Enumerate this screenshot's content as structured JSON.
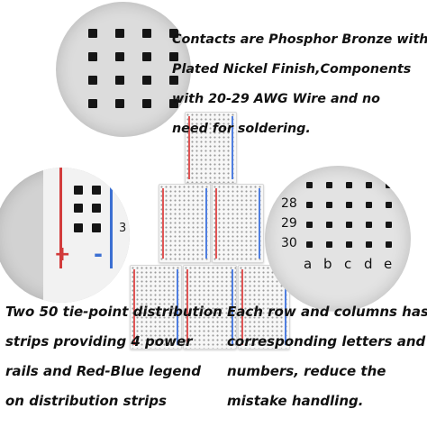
{
  "captions": {
    "top": [
      "Contacts are Phosphor Bronze with",
      "Plated Nickel Finish,Components",
      "with 20-29 AWG Wire and no",
      "need for soldering."
    ],
    "bottom_left": [
      "Two 50 tie-point distribution",
      "strips providing 4 power",
      "rails and Red-Blue legend",
      "on distribution strips"
    ],
    "bottom_right": [
      "Each row and columns has",
      "corresponding letters and",
      "numbers, reduce the",
      "mistake handling."
    ]
  },
  "zoom_left": {
    "plus": "+",
    "minus": "-",
    "number": "3"
  },
  "zoom_right": {
    "rows": [
      "28",
      "29",
      "30"
    ],
    "columns": [
      "a",
      "b",
      "c",
      "d",
      "e"
    ]
  },
  "colors": {
    "legend_red": "#d23b3b",
    "legend_blue": "#3b6fd2",
    "hole": "#151515",
    "text": "#111111"
  }
}
